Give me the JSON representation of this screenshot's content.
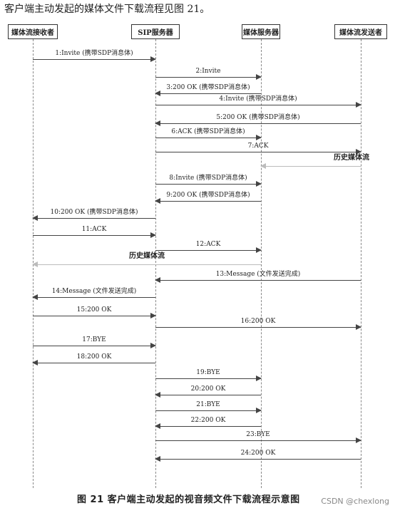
{
  "intro_text": "客户端主动发起的媒体文件下载流程见图 21。",
  "participants": [
    {
      "label": "媒体流接收者"
    },
    {
      "label": "SIP服务器"
    },
    {
      "label": "媒体服务器"
    },
    {
      "label": "媒体流发送者"
    }
  ],
  "messages": [
    {
      "label": "1:Invite (携带SDP消息体)",
      "from": 0,
      "to": 1
    },
    {
      "label": "2:Invite",
      "from": 1,
      "to": 2
    },
    {
      "label": "3:200 OK (携带SDP消息体)",
      "from": 2,
      "to": 1
    },
    {
      "label": "4:Invite (携带SDP消息体)",
      "from": 1,
      "to": 3
    },
    {
      "label": "5:200 OK (携带SDP消息体)",
      "from": 3,
      "to": 1
    },
    {
      "label": "6:ACK (携带SDP消息体)",
      "from": 1,
      "to": 2
    },
    {
      "label": "7:ACK",
      "from": 1,
      "to": 3
    },
    {
      "label": "历史媒体流",
      "from": 3,
      "to": 2,
      "style": "hist"
    },
    {
      "label": "8:Invite (携带SDP消息体)",
      "from": 1,
      "to": 2
    },
    {
      "label": "9:200 OK (携带SDP消息体)",
      "from": 2,
      "to": 1
    },
    {
      "label": "10:200 OK (携带SDP消息体)",
      "from": 1,
      "to": 0
    },
    {
      "label": "11:ACK",
      "from": 0,
      "to": 1
    },
    {
      "label": "12:ACK",
      "from": 1,
      "to": 2
    },
    {
      "label": "历史媒体流",
      "from": 2,
      "to": 0,
      "style": "hist"
    },
    {
      "label": "13:Message (文件发送完成)",
      "from": 3,
      "to": 1
    },
    {
      "label": "14:Message (文件发送完成)",
      "from": 1,
      "to": 0
    },
    {
      "label": "15:200 OK",
      "from": 0,
      "to": 1
    },
    {
      "label": "16:200 OK",
      "from": 1,
      "to": 3
    },
    {
      "label": "17:BYE",
      "from": 0,
      "to": 1
    },
    {
      "label": "18:200 OK",
      "from": 1,
      "to": 0
    },
    {
      "label": "19:BYE",
      "from": 1,
      "to": 2
    },
    {
      "label": "20:200 OK",
      "from": 2,
      "to": 1
    },
    {
      "label": "21:BYE",
      "from": 1,
      "to": 2
    },
    {
      "label": "22:200 OK",
      "from": 2,
      "to": 1
    },
    {
      "label": "23:BYE",
      "from": 1,
      "to": 3
    },
    {
      "label": "24:200 OK",
      "from": 3,
      "to": 1
    }
  ],
  "caption": "图 21   客户端主动发起的视音频文件下载流程示意图",
  "watermark": "CSDN @chexlong"
}
